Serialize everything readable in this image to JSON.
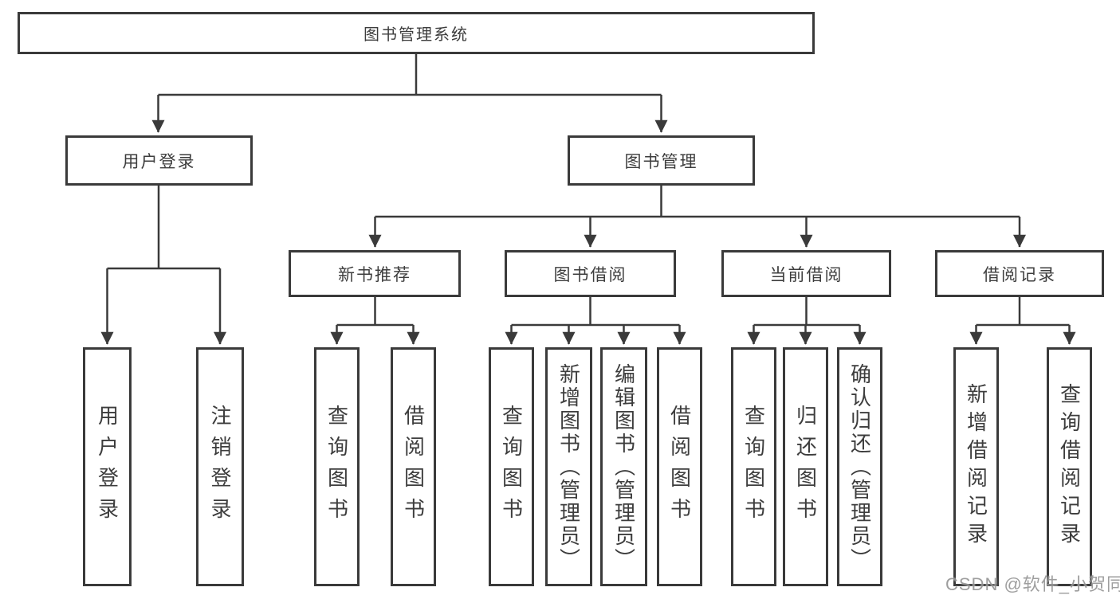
{
  "tree": {
    "root": "图书管理系统",
    "branches": [
      {
        "label": "用户登录",
        "children": [
          {
            "label": "用户登录"
          },
          {
            "label": "注销登录"
          }
        ]
      },
      {
        "label": "图书管理",
        "children": [
          {
            "label": "新书推荐",
            "children": [
              {
                "label": "查询图书"
              },
              {
                "label": "借阅图书"
              }
            ]
          },
          {
            "label": "图书借阅",
            "children": [
              {
                "label": "查询图书"
              },
              {
                "label": "新增图书（管理员）"
              },
              {
                "label": "编辑图书（管理员）"
              },
              {
                "label": "借阅图书"
              }
            ]
          },
          {
            "label": "当前借阅",
            "children": [
              {
                "label": "查询图书"
              },
              {
                "label": "归还图书"
              },
              {
                "label": "确认归还（管理员）"
              }
            ]
          },
          {
            "label": "借阅记录",
            "children": [
              {
                "label": "新增借阅记录"
              },
              {
                "label": "查询借阅记录"
              }
            ]
          }
        ]
      }
    ]
  },
  "watermark": "CSDN @软件_小贺同学",
  "colors": {
    "line": "#3a3a3a",
    "box_border": "#3a3a3a",
    "box_fill": "#ffffff",
    "text": "#3d3d3d",
    "watermark": "#949494",
    "background": "#ffffff"
  }
}
